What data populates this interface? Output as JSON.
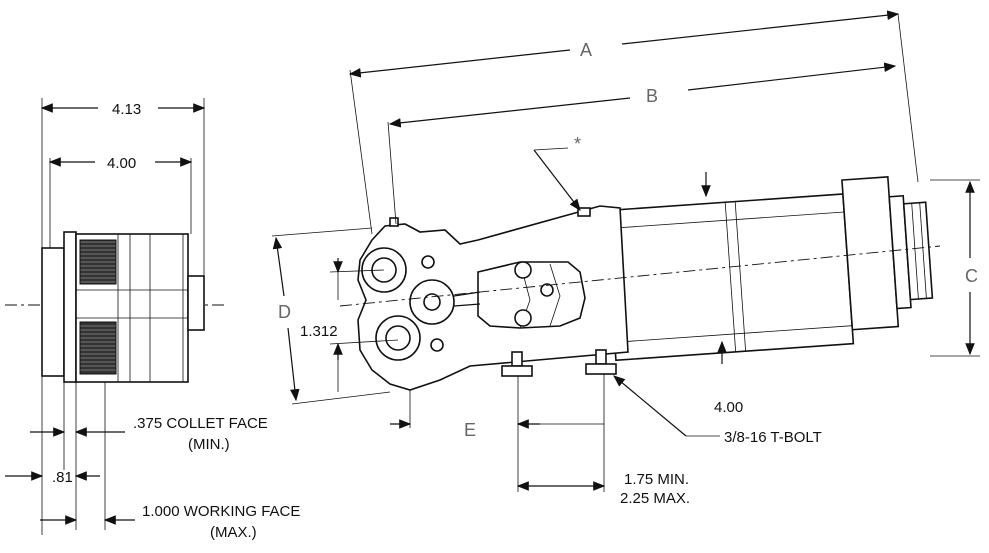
{
  "labels": {
    "a": "A",
    "b": "B",
    "c": "C",
    "d": "D",
    "e": "E",
    "star": "*",
    "d413": "4.13",
    "d400_top": "4.00",
    "d1312": "1.312",
    "d400_right": "4.00",
    "tbolt": "3/8-16 T-BOLT",
    "collet_1": ".375 COLLET FACE",
    "collet_2": "(MIN.)",
    "d081": ".81",
    "working_1": "1.000 WORKING FACE",
    "working_2": "(MAX.)",
    "min_1": "1.75 MIN.",
    "max_1": "2.25 MAX."
  }
}
